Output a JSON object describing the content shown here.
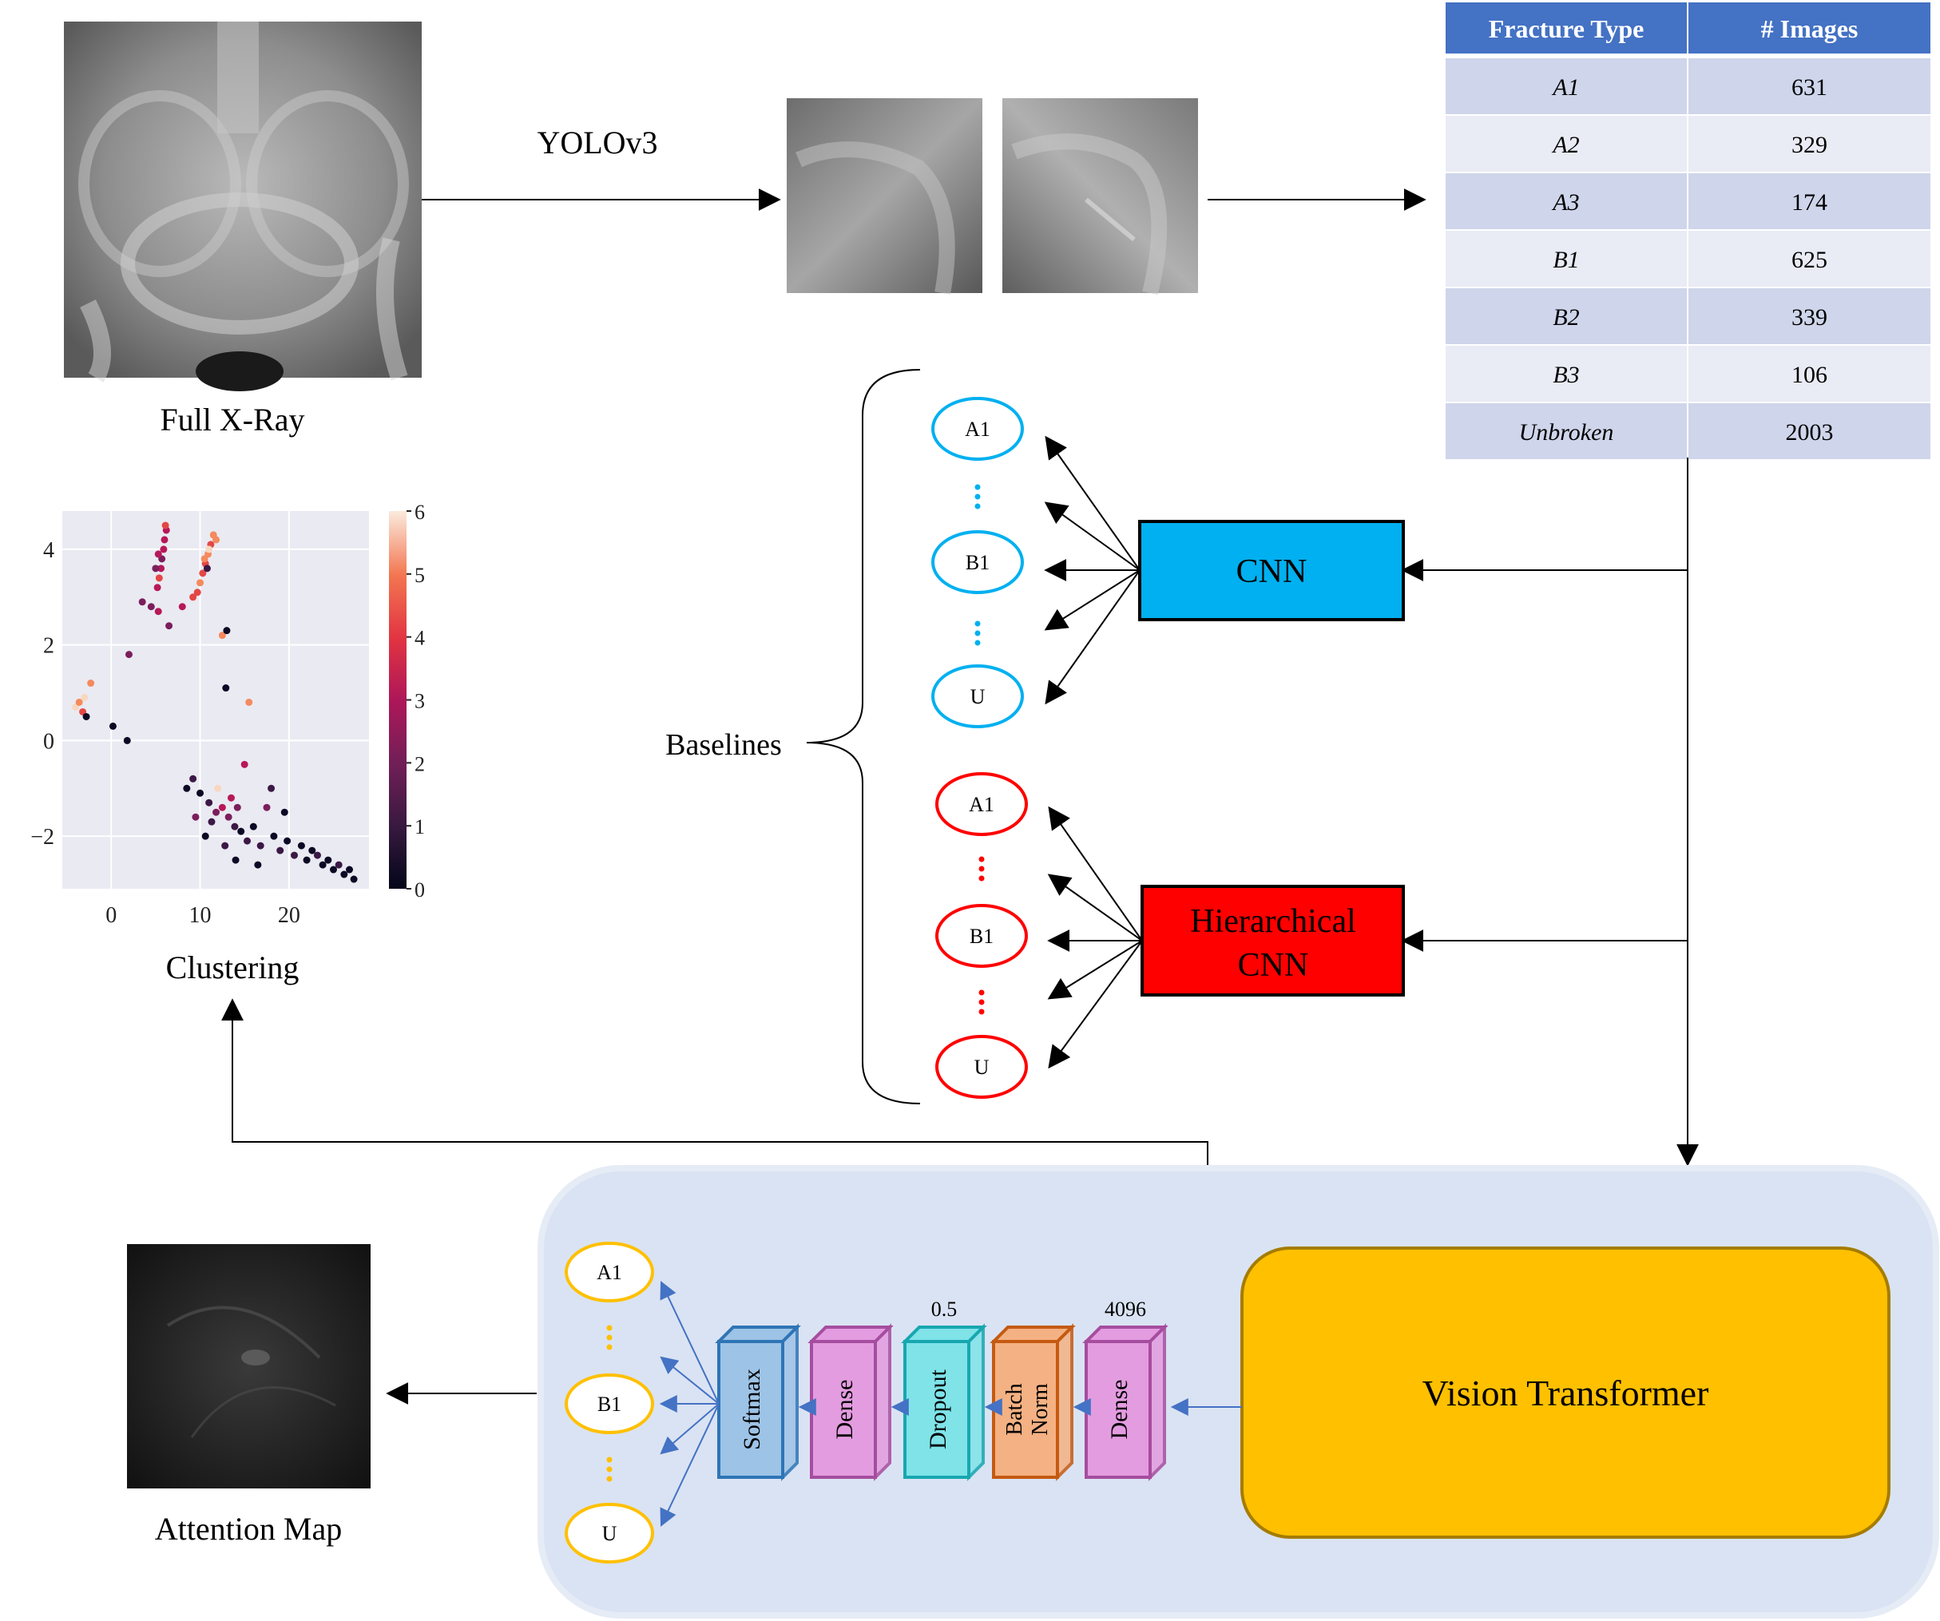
{
  "labels": {
    "full_xray": "Full X-Ray",
    "yolo": "YOLOv3",
    "clustering": "Clustering",
    "baselines": "Baselines",
    "attention_map": "Attention Map",
    "vision_transformer": "Vision Transformer",
    "cnn": "CNN",
    "hier_cnn_line1": "Hierarchical",
    "hier_cnn_line2": "CNN"
  },
  "table": {
    "headers": [
      "Fracture Type",
      "# Images"
    ],
    "rows": [
      {
        "type": "A1",
        "count": "631"
      },
      {
        "type": "A2",
        "count": "329"
      },
      {
        "type": "A3",
        "count": "174"
      },
      {
        "type": "B1",
        "count": "625"
      },
      {
        "type": "B2",
        "count": "339"
      },
      {
        "type": "B3",
        "count": "106"
      },
      {
        "type": "Unbroken",
        "count": "2003"
      }
    ]
  },
  "outputs": {
    "cnn": [
      "A1",
      "B1",
      "U"
    ],
    "hier": [
      "A1",
      "B1",
      "U"
    ],
    "vit": [
      "A1",
      "B1",
      "U"
    ]
  },
  "layers": [
    {
      "label": "Softmax",
      "annotation": ""
    },
    {
      "label": "Dense",
      "annotation": ""
    },
    {
      "label": "Dropout",
      "annotation": "0.5"
    },
    {
      "label_line1": "Batch",
      "label_line2": "Norm",
      "annotation": ""
    },
    {
      "label": "Dense",
      "annotation": "4096"
    }
  ],
  "colors": {
    "cnn": "#00b0f0",
    "hier": "#ff0000",
    "vit": "#ffc000",
    "table_header": "#4472c4",
    "table_row_a": "#cfd5ea",
    "table_row_b": "#e9ebf5",
    "vit_panel": "#dae3f3",
    "layer_softmax": "#9dc3e6",
    "layer_dense": "#e39ce0",
    "layer_dropout": "#7fe3e8",
    "layer_batchnorm": "#f4b183"
  },
  "chart_data": {
    "type": "scatter",
    "title": "",
    "xlabel": "",
    "ylabel": "",
    "xlim": [
      -5.5,
      29
    ],
    "ylim": [
      -3.1,
      4.8
    ],
    "x_ticks": [
      "0",
      "10",
      "20"
    ],
    "y_ticks": [
      "4",
      "2",
      "0",
      "−2"
    ],
    "colorbar_ticks": [
      "6",
      "5",
      "4",
      "3",
      "2",
      "1",
      "0"
    ],
    "colorbar_range": [
      0,
      6
    ],
    "grid": true,
    "points": [
      [
        6.2,
        4.4,
        3
      ],
      [
        6.0,
        4.2,
        3
      ],
      [
        5.9,
        4.0,
        3
      ],
      [
        5.7,
        3.8,
        2
      ],
      [
        5.6,
        3.6,
        3
      ],
      [
        5.4,
        3.4,
        4
      ],
      [
        5.2,
        3.2,
        3
      ],
      [
        5.0,
        3.6,
        2
      ],
      [
        5.3,
        3.9,
        3
      ],
      [
        6.1,
        4.5,
        4
      ],
      [
        11.5,
        4.3,
        5
      ],
      [
        11.2,
        4.1,
        4
      ],
      [
        10.9,
        3.9,
        5
      ],
      [
        10.6,
        3.7,
        4
      ],
      [
        10.3,
        3.5,
        4
      ],
      [
        10.0,
        3.3,
        5
      ],
      [
        9.7,
        3.1,
        4
      ],
      [
        11.8,
        4.2,
        5
      ],
      [
        11.0,
        4.0,
        6
      ],
      [
        10.5,
        3.8,
        5
      ],
      [
        3.5,
        2.9,
        2
      ],
      [
        4.5,
        2.8,
        2
      ],
      [
        5.3,
        2.7,
        3
      ],
      [
        6.5,
        2.4,
        2
      ],
      [
        8.0,
        2.8,
        3
      ],
      [
        9.2,
        3.0,
        4
      ],
      [
        10.8,
        3.6,
        1
      ],
      [
        12.5,
        2.2,
        5
      ],
      [
        13.0,
        2.3,
        0
      ],
      [
        12.9,
        1.1,
        0
      ],
      [
        2.0,
        1.8,
        2
      ],
      [
        15.5,
        0.8,
        5
      ],
      [
        -4.0,
        0.7,
        6
      ],
      [
        -3.6,
        0.8,
        5
      ],
      [
        -3.2,
        0.6,
        4
      ],
      [
        -2.8,
        0.5,
        0
      ],
      [
        -2.3,
        1.2,
        5
      ],
      [
        -3.0,
        0.9,
        6
      ],
      [
        0.2,
        0.3,
        0
      ],
      [
        1.8,
        0.0,
        0
      ],
      [
        8.5,
        -1.0,
        0
      ],
      [
        9.2,
        -0.8,
        1
      ],
      [
        10.0,
        -1.1,
        0
      ],
      [
        11.0,
        -1.3,
        1
      ],
      [
        11.8,
        -1.5,
        2
      ],
      [
        12.5,
        -1.4,
        3
      ],
      [
        13.2,
        -1.6,
        2
      ],
      [
        13.9,
        -1.8,
        1
      ],
      [
        14.6,
        -1.9,
        0
      ],
      [
        15.3,
        -2.1,
        1
      ],
      [
        16.0,
        -1.8,
        0
      ],
      [
        16.8,
        -2.2,
        1
      ],
      [
        17.5,
        -1.4,
        2
      ],
      [
        18.3,
        -2.0,
        0
      ],
      [
        19.0,
        -2.3,
        1
      ],
      [
        19.8,
        -2.1,
        0
      ],
      [
        20.6,
        -2.4,
        1
      ],
      [
        21.4,
        -2.2,
        0
      ],
      [
        22.0,
        -2.5,
        0
      ],
      [
        22.6,
        -2.3,
        0
      ],
      [
        23.2,
        -2.4,
        1
      ],
      [
        23.8,
        -2.6,
        0
      ],
      [
        24.4,
        -2.5,
        0
      ],
      [
        25.0,
        -2.7,
        0
      ],
      [
        25.6,
        -2.6,
        1
      ],
      [
        26.2,
        -2.8,
        0
      ],
      [
        26.8,
        -2.7,
        0
      ],
      [
        27.3,
        -2.9,
        0
      ],
      [
        15.0,
        -0.5,
        3
      ],
      [
        18.0,
        -1.0,
        1
      ],
      [
        19.5,
        -1.5,
        0
      ],
      [
        12.0,
        -1.0,
        6
      ],
      [
        13.5,
        -1.2,
        3
      ],
      [
        14.2,
        -1.4,
        2
      ],
      [
        11.3,
        -1.7,
        1
      ],
      [
        10.6,
        -2.0,
        0
      ],
      [
        9.5,
        -1.6,
        2
      ],
      [
        12.8,
        -2.2,
        1
      ],
      [
        14.0,
        -2.5,
        0
      ],
      [
        16.5,
        -2.6,
        0
      ]
    ]
  }
}
